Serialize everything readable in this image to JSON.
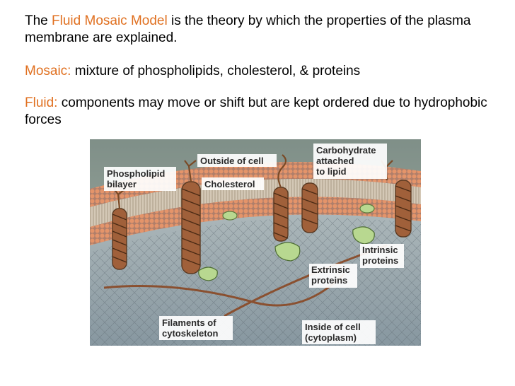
{
  "text": {
    "p1_pre": "The ",
    "p1_term": "Fluid Mosaic Model",
    "p1_post": " is the theory by which the properties of the plasma membrane are explained.",
    "p2_term": "Mosaic:",
    "p2_rest": " mixture of phospholipids, cholesterol, & proteins",
    "p3_term": "Fluid:",
    "p3_rest": " components may move or shift but are kept ordered due to hydrophobic forces"
  },
  "figure": {
    "labels": {
      "outside_cell": "Outside of cell",
      "carbohydrate_1": "Carbohydrate",
      "carbohydrate_2": "attached",
      "carbohydrate_3": "to lipid",
      "phospholipid_1": "Phospholipid",
      "phospholipid_2": "bilayer",
      "cholesterol": "Cholesterol",
      "intrinsic_1": "Intrinsic",
      "intrinsic_2": "proteins",
      "extrinsic_1": "Extrinsic",
      "extrinsic_2": "proteins",
      "filaments_1": "Filaments of",
      "filaments_2": "cytoskeleton",
      "inside_1": "Inside of cell",
      "inside_2": "(cytoplasm)"
    }
  },
  "colors": {
    "accent": "#e07020",
    "text": "#000000",
    "membrane_head": "#e4946a",
    "outside_bg": "#8a9a8e",
    "cytoplasm_bg": "#9aa8ad",
    "protein": "#8a5030",
    "cholesterol": "#b8d890"
  }
}
